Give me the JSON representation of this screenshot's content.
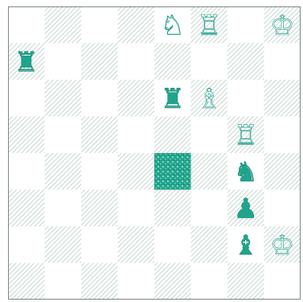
{
  "board": {
    "files": 8,
    "ranks": 8,
    "colors": {
      "light_square": "#ffffff",
      "dark_square_hatch": "#b9ccc6",
      "border": "#7a8a86",
      "white_piece_fill": "#ffffff",
      "white_piece_stroke": "#1a9a86",
      "black_piece_fill": "#1fa58c",
      "black_piece_stroke": "#0d7a66",
      "highlight": "#1fa58c"
    },
    "pieces": [
      {
        "square": "e8",
        "color": "white",
        "type": "knight",
        "icon": "white-knight-icon",
        "glyph": "♘"
      },
      {
        "square": "f8",
        "color": "white",
        "type": "rook",
        "icon": "white-rook-icon",
        "glyph": "♖"
      },
      {
        "square": "h8",
        "color": "white",
        "type": "king",
        "icon": "white-king-icon",
        "glyph": "♔"
      },
      {
        "square": "a7",
        "color": "black",
        "type": "rook",
        "icon": "black-rook-icon",
        "glyph": "♜"
      },
      {
        "square": "e6",
        "color": "black",
        "type": "rook",
        "icon": "black-rook-icon",
        "glyph": "♜"
      },
      {
        "square": "f6",
        "color": "white",
        "type": "bishop",
        "icon": "white-bishop-icon",
        "glyph": "♗"
      },
      {
        "square": "g5",
        "color": "white",
        "type": "rook",
        "icon": "white-rook-icon",
        "glyph": "♖"
      },
      {
        "square": "g4",
        "color": "black",
        "type": "knight",
        "icon": "black-knight-icon",
        "glyph": "♞"
      },
      {
        "square": "g3",
        "color": "black",
        "type": "pawn",
        "icon": "black-pawn-icon",
        "glyph": "♟"
      },
      {
        "square": "g2",
        "color": "black",
        "type": "bishop",
        "icon": "black-bishop-icon",
        "glyph": "♝"
      },
      {
        "square": "h2",
        "color": "white",
        "type": "king",
        "icon": "white-king-icon",
        "glyph": "♔"
      }
    ],
    "highlighted_squares": [
      "e4"
    ]
  }
}
